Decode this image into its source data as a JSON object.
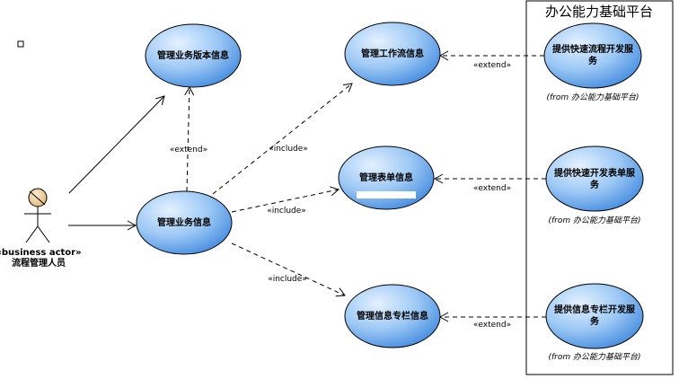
{
  "boundary": {
    "title": "办公能力基础平台"
  },
  "actor": {
    "stereotype": "«business actor»",
    "name": "流程管理人员"
  },
  "use_cases": {
    "version": {
      "lines": [
        "管理业务版本信息"
      ]
    },
    "business": {
      "lines": [
        "管理业务信息"
      ]
    },
    "workflow": {
      "lines": [
        "管理工作流信息"
      ]
    },
    "form": {
      "lines": [
        "管理表单信息"
      ]
    },
    "column": {
      "lines": [
        "管理信息专栏信息"
      ]
    },
    "svc_workflow": {
      "lines": [
        "提供快速流程开发服",
        "务"
      ],
      "from": "(from  办公能力基础平台)"
    },
    "svc_form": {
      "lines": [
        "提供快速开发表单服",
        "务"
      ],
      "from": "(from  办公能力基础平台)"
    },
    "svc_column": {
      "lines": [
        "提供信息专栏开发服",
        "务"
      ],
      "from": "(from  办公能力基础平台)"
    }
  },
  "relations": {
    "extend_version": "«extend»",
    "include_workflow": "«include»",
    "include_form": "«include»",
    "include_column": "«include»",
    "extend_workflow": "«extend»",
    "extend_form": "«extend»",
    "extend_column": "«extend»"
  },
  "colors": {
    "usecase_fill_light": "#cfe6ff",
    "usecase_fill_dark": "#5c9ee8",
    "usecase_stroke": "#000000",
    "actor_head": "#f0d6a8",
    "line": "#000000",
    "background": "#ffffff"
  }
}
